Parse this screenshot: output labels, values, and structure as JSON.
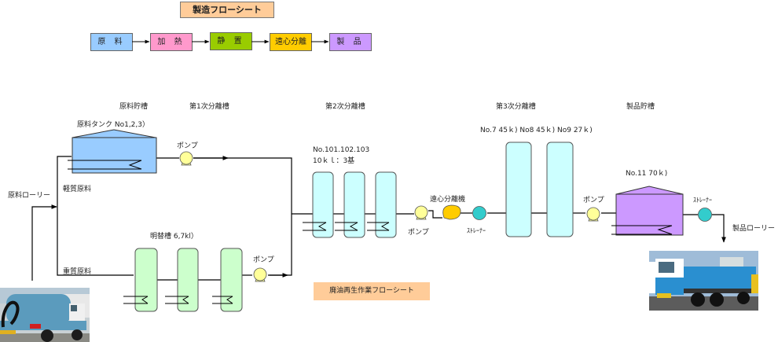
{
  "manufacturing_flow": {
    "title": "製造フローシート",
    "steps": [
      {
        "label": "原 料",
        "color": "#99ccff"
      },
      {
        "label": "加 熱",
        "color": "#ff99cc"
      },
      {
        "label": "静 置",
        "color": "#99cc00"
      },
      {
        "label": "遠心分離",
        "color": "#ffcc00"
      },
      {
        "label": "製 品",
        "color": "#cc99ff"
      }
    ]
  },
  "process": {
    "title": "廃油再生作業フローシート",
    "stage_headers": {
      "raw_storage": "原料貯槽",
      "first_separation": "第1次分離槽",
      "second_separation": "第2次分離槽",
      "third_separation": "第3次分離槽",
      "product_storage": "製品貯槽"
    },
    "labels": {
      "raw_tank": "原料タンク No1,2,3）",
      "raw_lorry": "原料ローリー",
      "light_raw": "軽質原料",
      "heavy_raw": "重質原料",
      "clarifier": "明替槽 6,7kl）",
      "second_tanks_no": "No.101.102.103",
      "second_tanks_cap": "10ｋｌ：3基",
      "third_tanks": "No.7 45ｋ) No8 45ｋ) No9 27ｋ)",
      "product_tank": "No.11 70ｋ)",
      "centrifuge": "遠心分離機",
      "product_lorry": "製品ローリー",
      "pump_1": "ポンプ",
      "pump_2": "ポンプ",
      "pump_3": "ポンプ",
      "pump_4": "ポンプ",
      "strainer_1": "ｽﾄﾚｰﾅｰ",
      "strainer_2": "ｽﾄﾚｰﾅｰ"
    }
  },
  "colors": {
    "raw_tank": "#99ccff",
    "clarifier_tank": "#ccffcc",
    "separation_tank": "#ccffff",
    "product_tank": "#cc99ff",
    "pump": "#ffff99",
    "centrifuge": "#ffcc00",
    "strainer": "#33cccc",
    "title_box": "#ffcc99"
  },
  "photos": {
    "raw_lorry_photo": "tank-lorry-photo",
    "product_lorry_photo": "tank-lorry-photo"
  }
}
